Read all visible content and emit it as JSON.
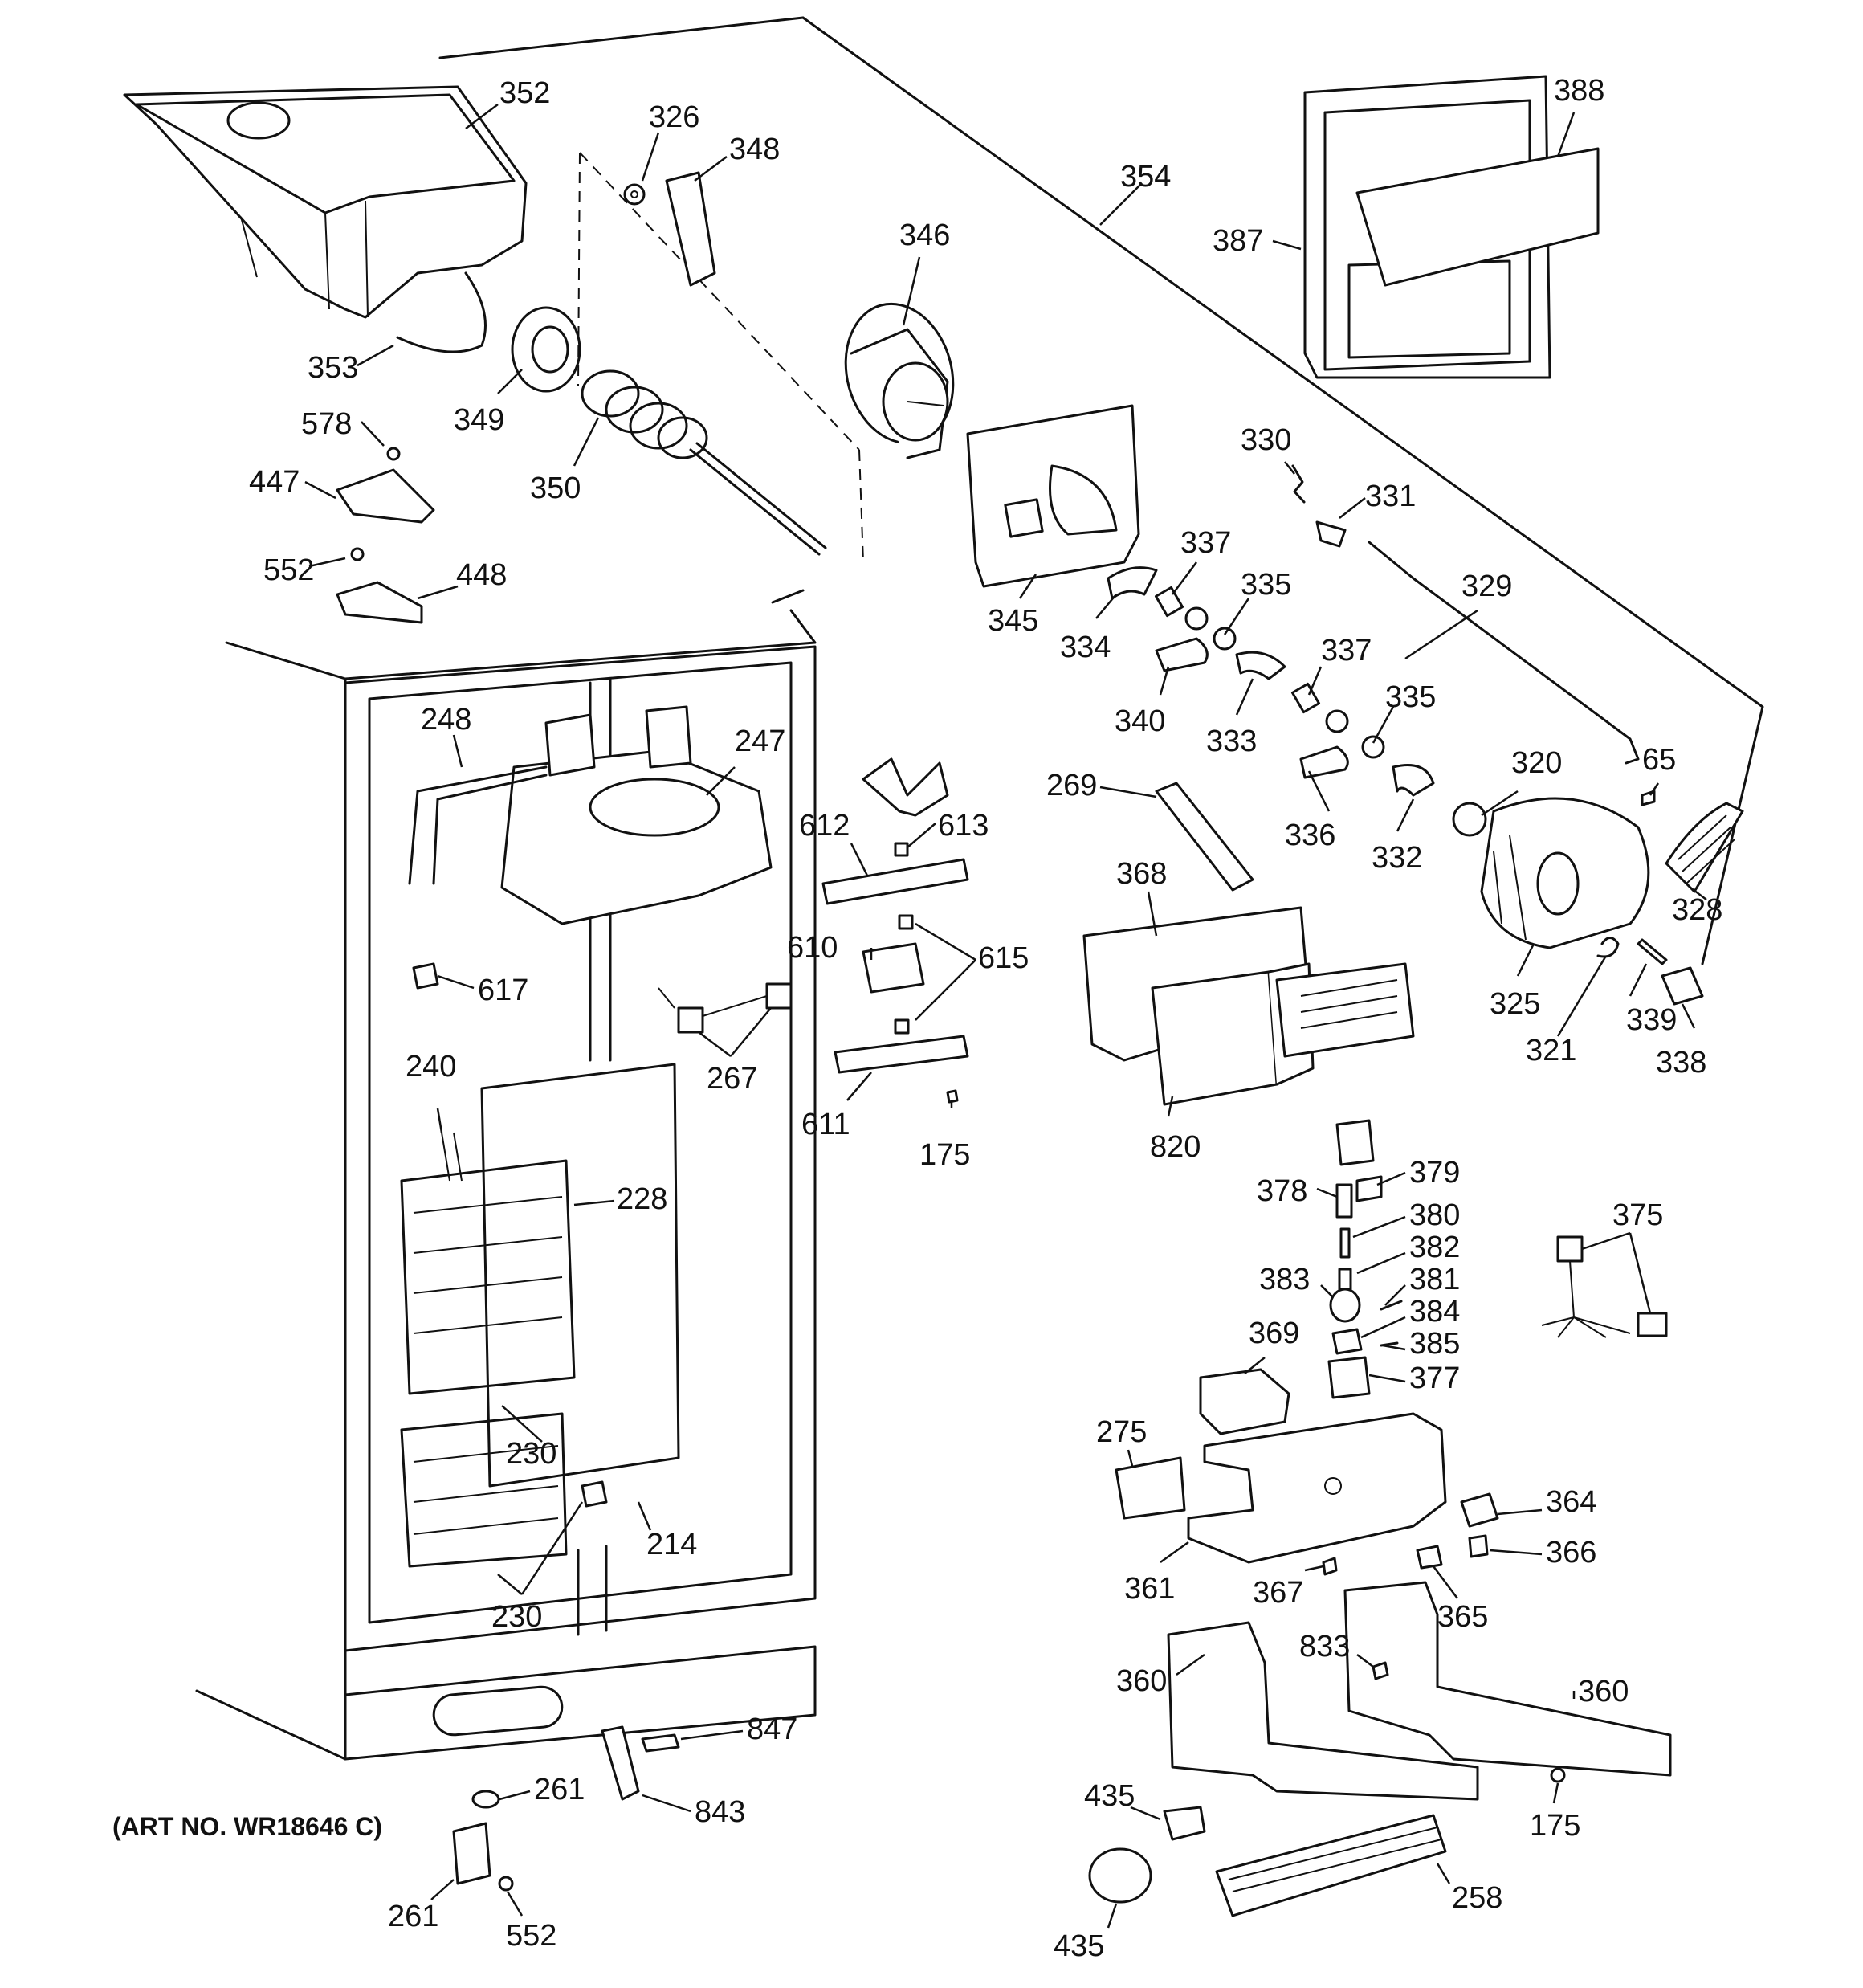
{
  "diagram": {
    "art_number": "(ART NO. WR18646 C)",
    "labels": {
      "l352": "352",
      "l326": "326",
      "l348": "348",
      "l354": "354",
      "l388": "388",
      "l387": "387",
      "l346": "346",
      "l353": "353",
      "l349": "349",
      "l350": "350",
      "l578": "578",
      "l447": "447",
      "l552a": "552",
      "l448": "448",
      "l345": "345",
      "l330": "330",
      "l331": "331",
      "l337a": "337",
      "l334": "334",
      "l335a": "335",
      "l329": "329",
      "l340": "340",
      "l333": "333",
      "l337b": "337",
      "l335b": "335",
      "l248": "248",
      "l247": "247",
      "l612": "612",
      "l613": "613",
      "l269": "269",
      "l320": "320",
      "l65": "65",
      "l336": "336",
      "l332": "332",
      "l368": "368",
      "l328": "328",
      "l610": "610",
      "l615": "615",
      "l617": "617",
      "l325": "325",
      "l339": "339",
      "l321": "321",
      "l338": "338",
      "l240": "240",
      "l267": "267",
      "l611": "611",
      "l175a": "175",
      "l820": "820",
      "l228": "228",
      "l379": "379",
      "l378": "378",
      "l380": "380",
      "l375": "375",
      "l382": "382",
      "l383": "383",
      "l381": "381",
      "l384": "384",
      "l369": "369",
      "l385": "385",
      "l377": "377",
      "l230a": "230",
      "l275": "275",
      "l364": "364",
      "l214": "214",
      "l366": "366",
      "l361": "361",
      "l367": "367",
      "l365": "365",
      "l230b": "230",
      "l833": "833",
      "l360a": "360",
      "l360b": "360",
      "l847": "847",
      "l261a": "261",
      "l843": "843",
      "l435a": "435",
      "l175b": "175",
      "l261b": "261",
      "l552b": "552",
      "l258": "258",
      "l435b": "435"
    }
  }
}
